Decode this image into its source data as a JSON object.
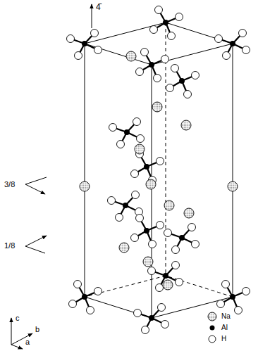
{
  "diagram": {
    "labels": [
      "4̄",
      "3/8",
      "1/8",
      "c",
      "b",
      "a"
    ],
    "legend": [
      {
        "text": "Na"
      },
      {
        "text": "Al"
      },
      {
        "text": "H"
      }
    ]
  }
}
